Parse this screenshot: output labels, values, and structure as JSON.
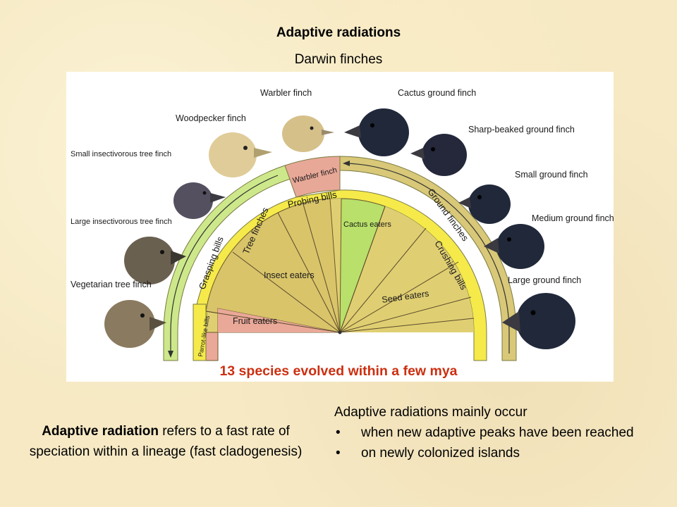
{
  "slide": {
    "title": "Adaptive radiations",
    "subtitle": "Darwin finches",
    "highlight": "13 species evolved within a few mya",
    "definition": {
      "term": "Adaptive radiation",
      "rest": " refers to a fast rate of speciation within a lineage (fast cladogenesis)"
    },
    "occur": {
      "heading": "Adaptive radiations mainly occur",
      "bullets": [
        "when new adaptive peaks have been reached",
        "on newly colonized islands"
      ]
    }
  },
  "diagram": {
    "outer_left": "Tree finches",
    "outer_right": "Ground finches",
    "warbler_band": "Warbler finch",
    "grasping": "Grasping bills",
    "probing": "Probing bills",
    "crushing": "Crushing bills",
    "parrot": "Parrot-like bills",
    "sector_fruit": "Fruit eaters",
    "sector_insect": "Insect eaters",
    "sector_cactus": "Cactus eaters",
    "sector_seed": "Seed eaters",
    "colors": {
      "tree_band": "#cde88a",
      "ground_band": "#d8c878",
      "yellow_band": "#f5ea4a",
      "warbler_box": "#e8a898",
      "fruit_sector": "#eaa898",
      "insect_sector": "#d9c46a",
      "cactus_sector": "#b8e06a",
      "seed_sector": "#e0cf72",
      "dark_finch": "#20283a",
      "light_finch": "#d6c08a"
    },
    "birds": [
      {
        "name": "Warbler finch",
        "icon": "warbler-finch-head"
      },
      {
        "name": "Woodpecker finch",
        "icon": "woodpecker-finch-head"
      },
      {
        "name": "Small insectivorous tree finch",
        "icon": "small-insectivorous-finch-head"
      },
      {
        "name": "Large insectivorous tree finch",
        "icon": "large-insectivorous-finch-head"
      },
      {
        "name": "Vegetarian tree finch",
        "icon": "vegetarian-finch-head"
      },
      {
        "name": "Cactus ground finch",
        "icon": "cactus-ground-finch-head"
      },
      {
        "name": "Sharp-beaked ground finch",
        "icon": "sharp-beaked-finch-head"
      },
      {
        "name": "Small ground finch",
        "icon": "small-ground-finch-head"
      },
      {
        "name": "Medium ground finch",
        "icon": "medium-ground-finch-head"
      },
      {
        "name": "Large ground finch",
        "icon": "large-ground-finch-head"
      }
    ]
  }
}
